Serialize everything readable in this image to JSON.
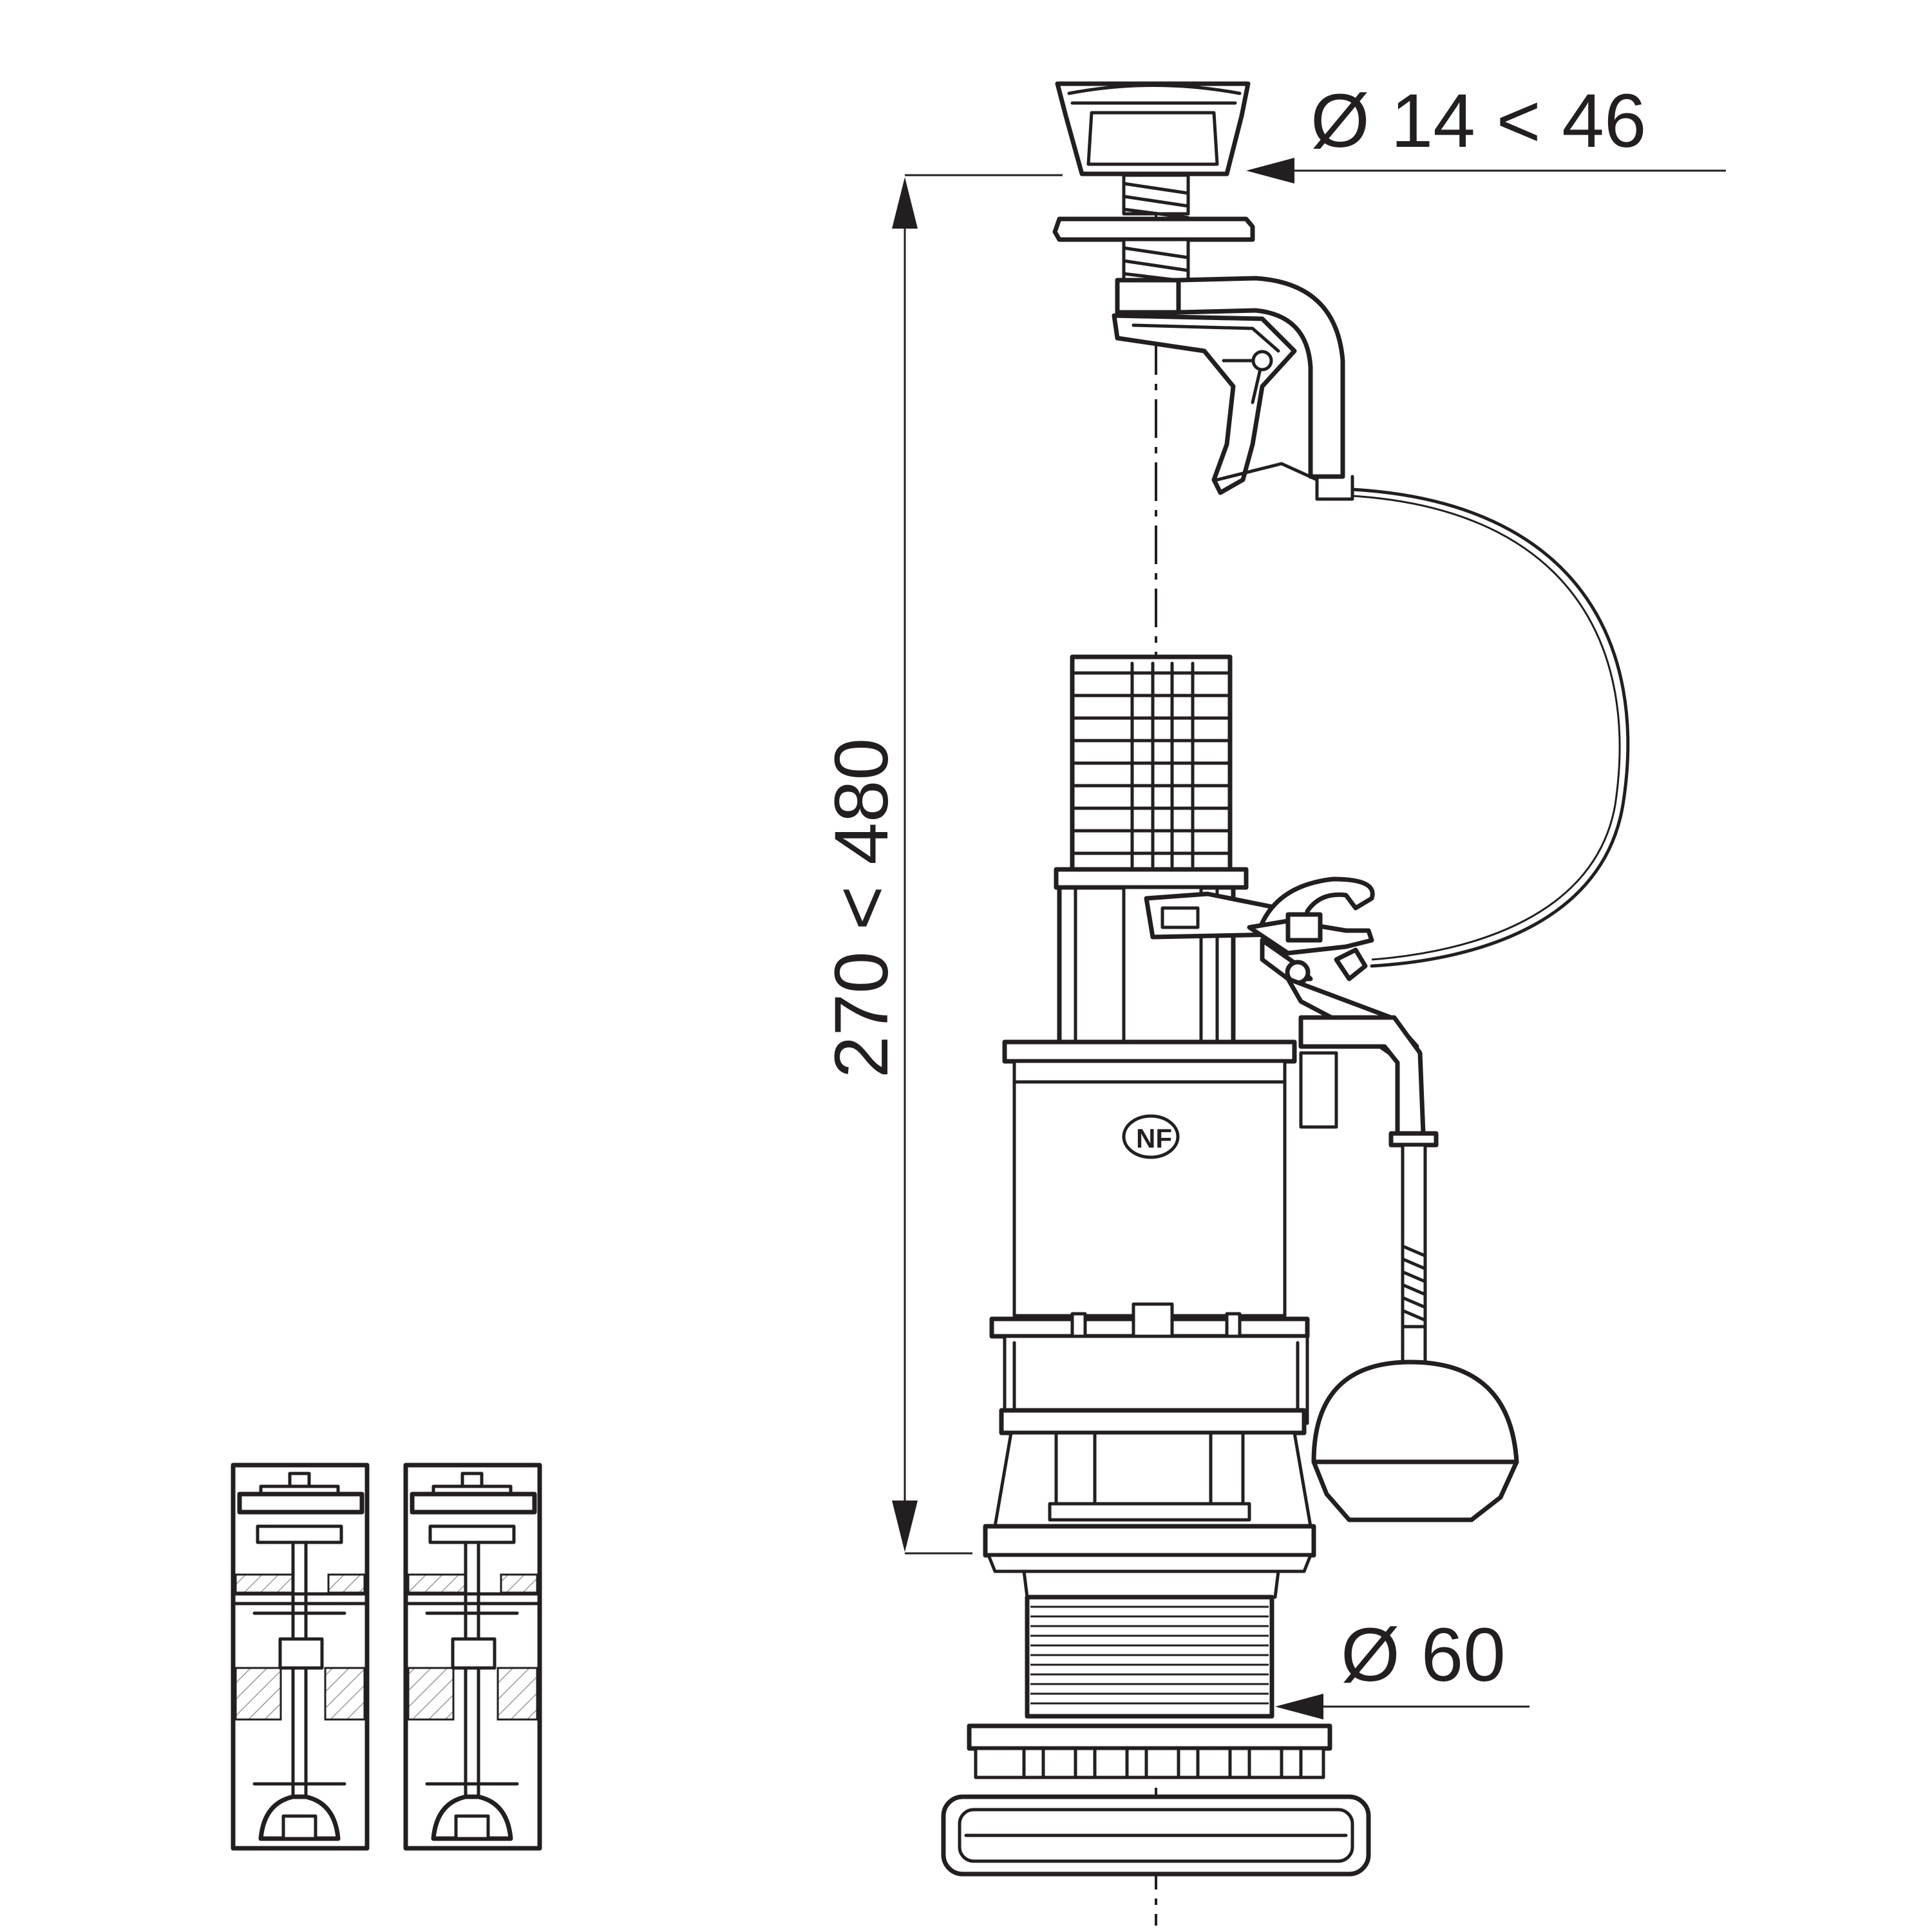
{
  "dimensions": {
    "button_diameter": "Ø 14 < 46",
    "height_range": "270 < 480",
    "outlet_diameter": "Ø 60"
  },
  "logo_text": "NF",
  "colors": {
    "line": "#231f20",
    "background": "#ffffff"
  }
}
